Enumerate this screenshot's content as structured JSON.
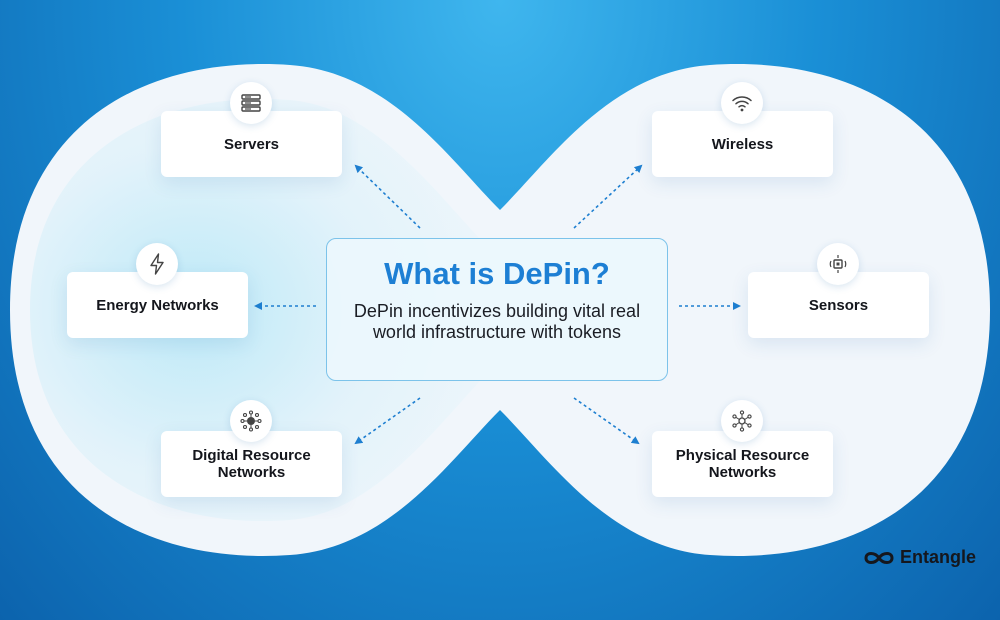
{
  "center": {
    "title": "What is DePin?",
    "description": "DePin incentivizes building vital real world infrastructure with tokens"
  },
  "nodes": [
    {
      "id": "servers",
      "label": "Servers",
      "icon": "server-rack-icon"
    },
    {
      "id": "wireless",
      "label": "Wireless",
      "icon": "wifi-icon"
    },
    {
      "id": "energy",
      "label": "Energy Networks",
      "icon": "lightning-icon"
    },
    {
      "id": "sensors",
      "label": "Sensors",
      "icon": "sensor-chip-icon"
    },
    {
      "id": "digital",
      "label": "Digital Resource Networks",
      "icon": "network-hub-icon"
    },
    {
      "id": "physical",
      "label": "Physical Resource Networks",
      "icon": "network-nodes-icon"
    }
  ],
  "logo": {
    "text": "Entangle",
    "icon": "infinity-icon"
  },
  "colors": {
    "accent": "#1d7fd4",
    "arrow": "#1e7fd0",
    "text": "#14161c"
  }
}
